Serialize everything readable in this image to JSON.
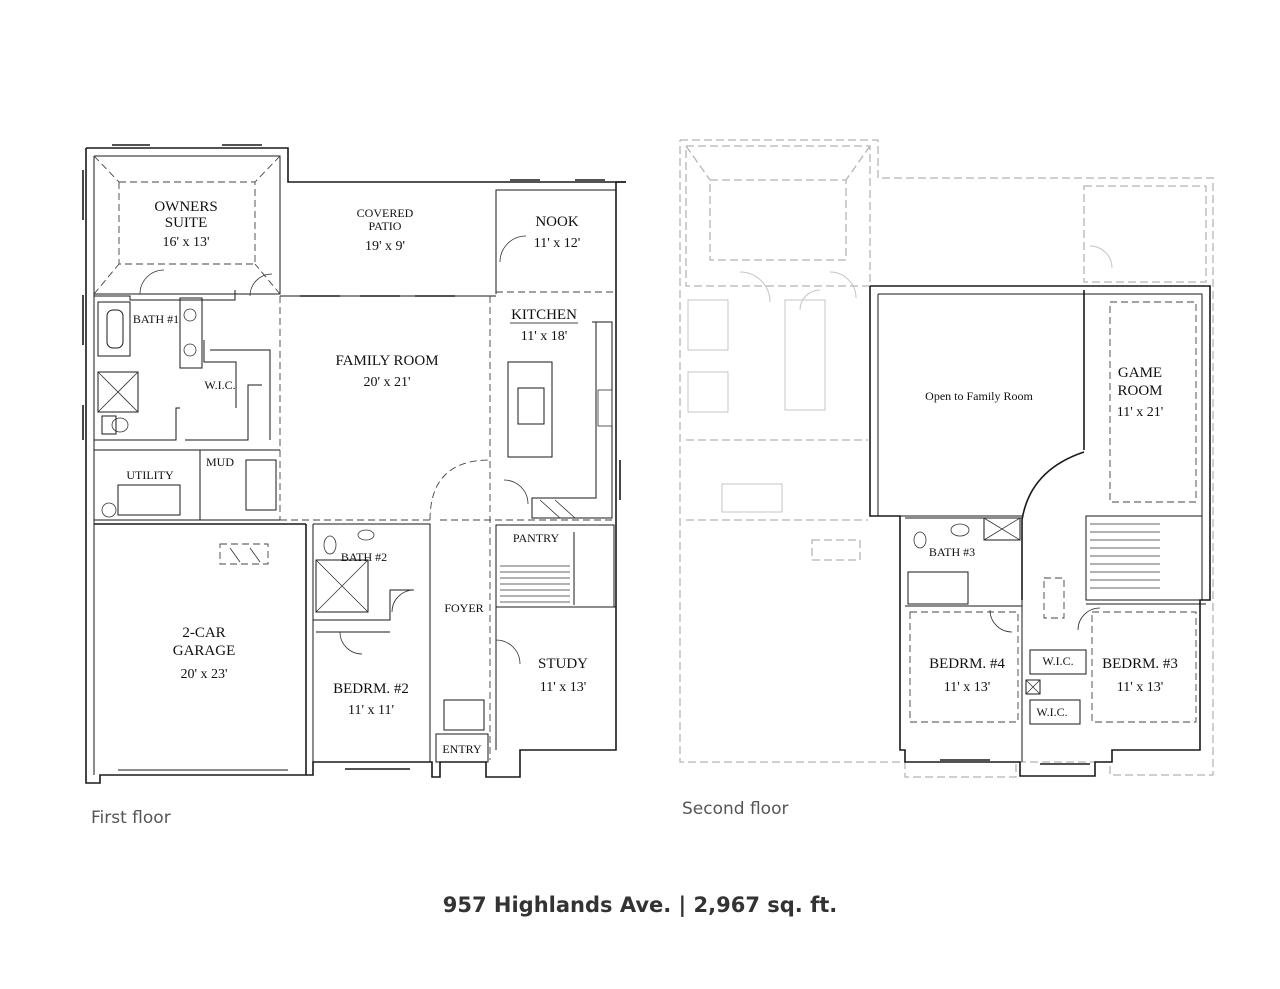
{
  "first_floor": {
    "caption": "First floor",
    "rooms": [
      {
        "id": "owners",
        "lines": [
          "OWNERS",
          "SUITE"
        ],
        "dim": "16' x 13'"
      },
      {
        "id": "patio",
        "lines": [
          "COVERED",
          "PATIO"
        ],
        "dim": "19' x 9'"
      },
      {
        "id": "nook",
        "lines": [
          "NOOK"
        ],
        "dim": "11' x 12'"
      },
      {
        "id": "kitchen",
        "lines": [
          "KITCHEN"
        ],
        "dim": "11' x 18'"
      },
      {
        "id": "family",
        "lines": [
          "FAMILY ROOM"
        ],
        "dim": "20' x 21'"
      },
      {
        "id": "bath1",
        "lines": [
          "BATH #1"
        ],
        "dim": ""
      },
      {
        "id": "wic",
        "lines": [
          "W.I.C."
        ],
        "dim": ""
      },
      {
        "id": "utility",
        "lines": [
          "UTILITY"
        ],
        "dim": ""
      },
      {
        "id": "mud",
        "lines": [
          "MUD"
        ],
        "dim": ""
      },
      {
        "id": "bath2",
        "lines": [
          "BATH #2"
        ],
        "dim": ""
      },
      {
        "id": "pantry",
        "lines": [
          "PANTRY"
        ],
        "dim": ""
      },
      {
        "id": "foyer",
        "lines": [
          "FOYER"
        ],
        "dim": ""
      },
      {
        "id": "garage",
        "lines": [
          "2-CAR",
          "GARAGE"
        ],
        "dim": "20' x 23'"
      },
      {
        "id": "study",
        "lines": [
          "STUDY"
        ],
        "dim": "11' x 13'"
      },
      {
        "id": "bedrm2",
        "lines": [
          "BEDRM. #2"
        ],
        "dim": "11' x 11'"
      },
      {
        "id": "entry",
        "lines": [
          "ENTRY"
        ],
        "dim": ""
      }
    ]
  },
  "second_floor": {
    "caption": "Second floor",
    "rooms": [
      {
        "id": "open",
        "lines": [
          "Open to Family Room"
        ],
        "dim": ""
      },
      {
        "id": "game",
        "lines": [
          "GAME",
          "ROOM"
        ],
        "dim": "11' x 21'"
      },
      {
        "id": "bath3",
        "lines": [
          "BATH #3"
        ],
        "dim": ""
      },
      {
        "id": "wic_a",
        "lines": [
          "W.I.C."
        ],
        "dim": ""
      },
      {
        "id": "wic_b",
        "lines": [
          "W.I.C."
        ],
        "dim": ""
      },
      {
        "id": "bedrm4",
        "lines": [
          "BEDRM. #4"
        ],
        "dim": "11' x 13'"
      },
      {
        "id": "bedrm3",
        "lines": [
          "BEDRM. #3"
        ],
        "dim": "11' x 13'"
      }
    ]
  },
  "footer": "957 Highlands Ave. | 2,967 sq. ft."
}
